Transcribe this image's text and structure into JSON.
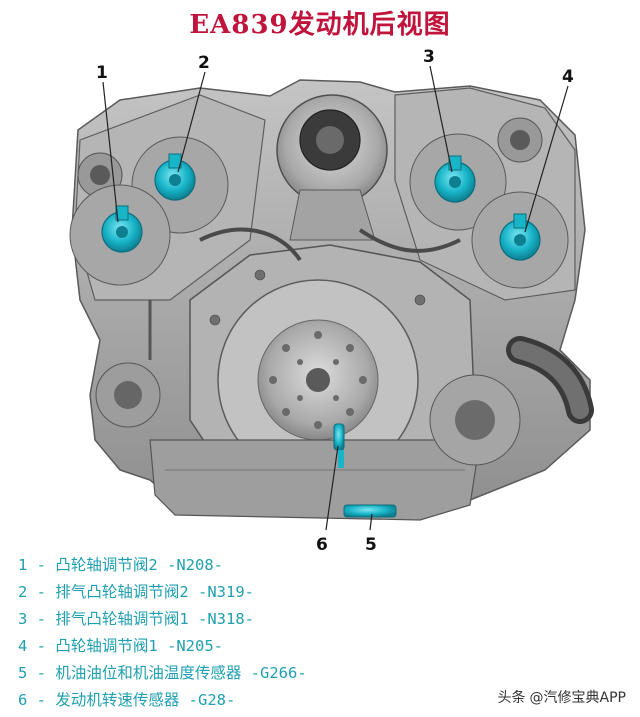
{
  "title": "EA839发动机后视图",
  "callouts": [
    "1",
    "2",
    "3",
    "4",
    "5",
    "6"
  ],
  "legend": [
    "1 - 凸轮轴调节阀2 -N208-",
    "2 - 排气凸轮轴调节阀2 -N319-",
    "3 - 排气凸轮轴调节阀1 -N318-",
    "4 - 凸轮轴调节阀1 -N205-",
    "5 - 机油油位和机油温度传感器 -G266-",
    "6 - 发动机转速传感器 -G28-"
  ],
  "watermark": {
    "prefix": "头条",
    "handle": "@汽修宝典APP"
  },
  "colors": {
    "title": "#c0143c",
    "legend": "#1f9fb0",
    "highlight": "#18b4c8"
  }
}
